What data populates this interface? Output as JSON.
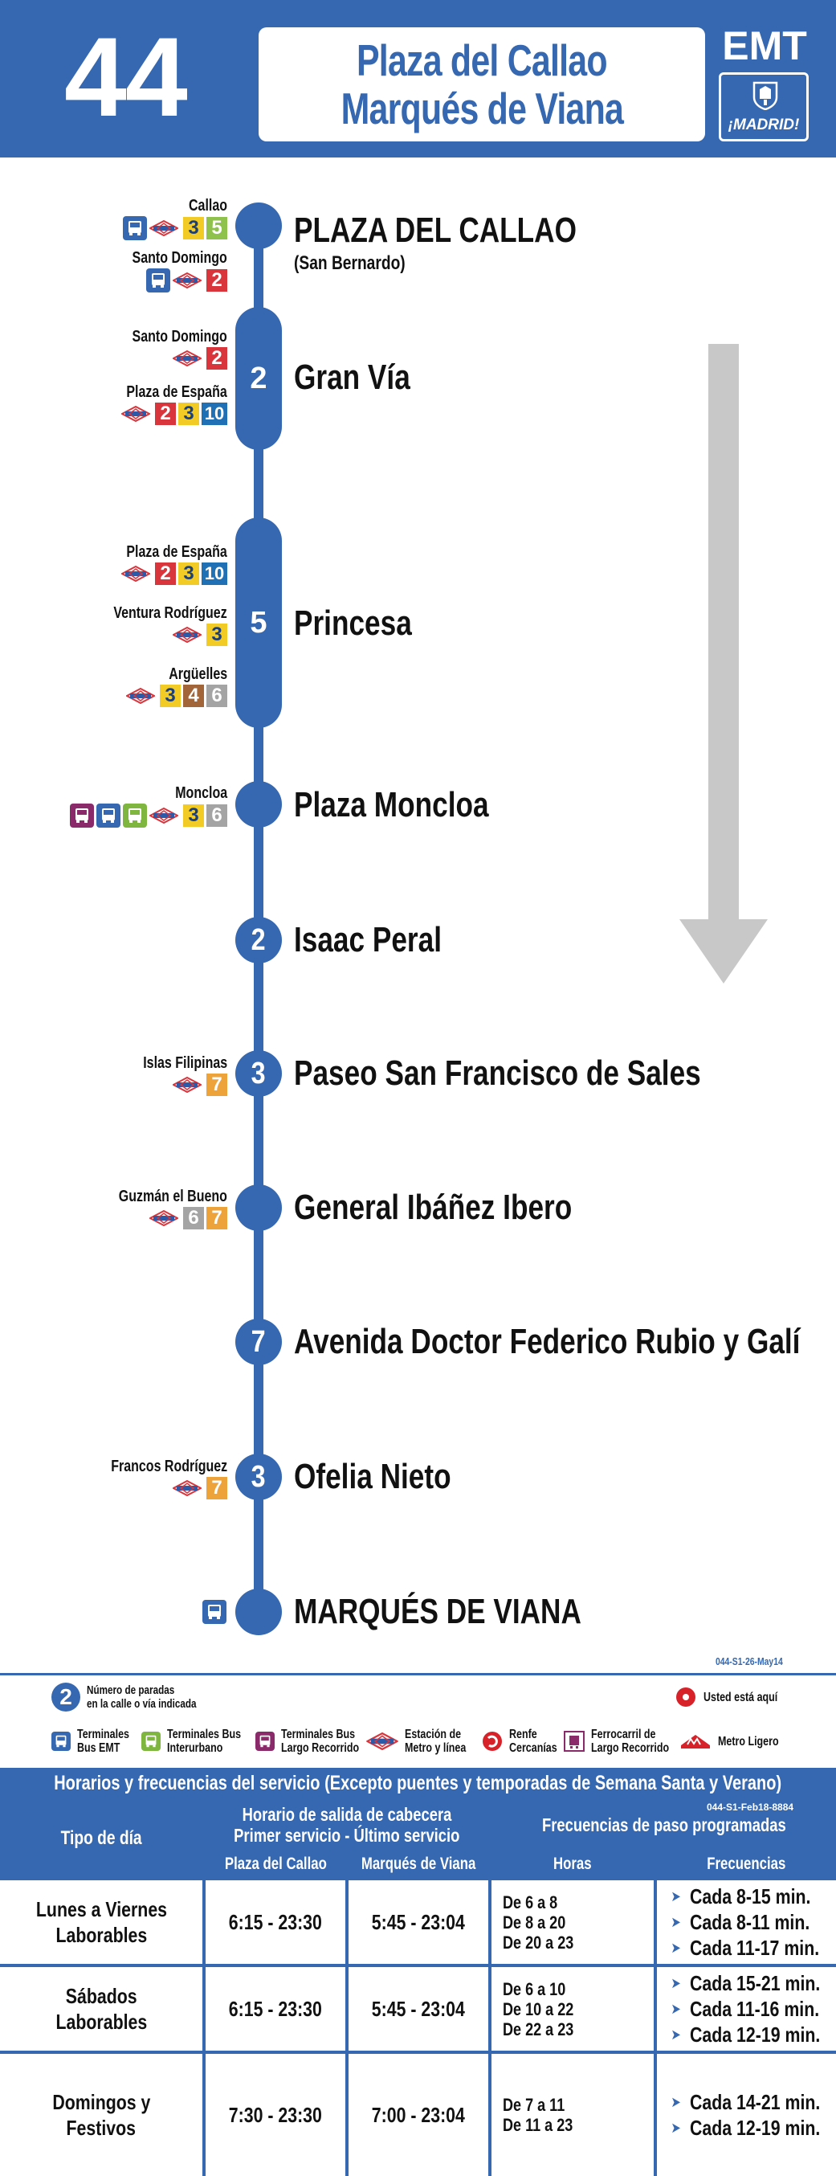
{
  "header": {
    "line_number": "44",
    "title_line1": "Plaza del Callao",
    "title_line2": "Marqués de Viana",
    "operator": "EMT",
    "city_logo_text": "¡MADRID!"
  },
  "route": {
    "stops": [
      {
        "name": "PLAZA DEL CALLAO",
        "subtitle": "(San Bernardo)",
        "stop_count": null
      },
      {
        "name": "Gran Vía",
        "stop_count": "2"
      },
      {
        "name": "Princesa",
        "stop_count": "5"
      },
      {
        "name": "Plaza Moncloa",
        "stop_count": null
      },
      {
        "name": "Isaac Peral",
        "stop_count": "2"
      },
      {
        "name": "Paseo San Francisco de Sales",
        "stop_count": "3"
      },
      {
        "name": "General Ibáñez Ibero",
        "stop_count": null
      },
      {
        "name": "Avenida Doctor Federico Rubio y Galí",
        "stop_count": "7"
      },
      {
        "name": "Ofelia Nieto",
        "stop_count": "3"
      },
      {
        "name": "MARQUÉS DE VIANA",
        "stop_count": null
      }
    ],
    "connections": [
      {
        "station": "Callao",
        "lines": [
          "3",
          "5"
        ],
        "icons": [
          "bus-emt",
          "metro"
        ]
      },
      {
        "station": "Santo Domingo",
        "lines": [
          "2"
        ],
        "icons": [
          "bus-emt",
          "metro"
        ]
      },
      {
        "station": "Santo Domingo",
        "lines": [
          "2"
        ],
        "icons": [
          "metro"
        ]
      },
      {
        "station": "Plaza de España",
        "lines": [
          "2",
          "3",
          "10"
        ],
        "icons": [
          "metro"
        ]
      },
      {
        "station": "Plaza de España",
        "lines": [
          "2",
          "3",
          "10"
        ],
        "icons": [
          "metro"
        ]
      },
      {
        "station": "Ventura Rodríguez",
        "lines": [
          "3"
        ],
        "icons": [
          "metro"
        ]
      },
      {
        "station": "Argüelles",
        "lines": [
          "3",
          "4",
          "6"
        ],
        "icons": [
          "metro"
        ]
      },
      {
        "station": "Moncloa",
        "lines": [
          "3",
          "6"
        ],
        "icons": [
          "bus-long",
          "bus-emt",
          "bus-interurban",
          "metro"
        ]
      },
      {
        "station": "Islas Filipinas",
        "lines": [
          "7"
        ],
        "icons": [
          "metro"
        ]
      },
      {
        "station": "Guzmán el Bueno",
        "lines": [
          "6",
          "7"
        ],
        "icons": [
          "metro"
        ]
      },
      {
        "station": "Francos Rodríguez",
        "lines": [
          "7"
        ],
        "icons": [
          "metro"
        ]
      }
    ],
    "colors": {
      "route_blue": "#3568b0",
      "arrow_gray": "#c8c8c8"
    }
  },
  "codes": {
    "map_code": "044-S1-26-May14",
    "table_code": "044-S1-Feb18-8884"
  },
  "legend": {
    "stops_number_sample": "2",
    "stops_number_line1": "Número de paradas",
    "stops_number_line2": "en la calle o vía indicada",
    "you_are_here": "Usted está aquí",
    "items": [
      {
        "icon": "bus-emt-icon",
        "line1": "Terminales",
        "line2": "Bus EMT"
      },
      {
        "icon": "bus-interurban-icon",
        "line1": "Terminales Bus",
        "line2": "Interurbano"
      },
      {
        "icon": "bus-long-icon",
        "line1": "Terminales Bus",
        "line2": "Largo Recorrido"
      },
      {
        "icon": "metro-icon",
        "line1": "Estación de",
        "line2": "Metro y línea"
      },
      {
        "icon": "renfe-icon",
        "line1": "Renfe",
        "line2": "Cercanías"
      },
      {
        "icon": "long-train-icon",
        "line1": "Ferrocarril de",
        "line2": "Largo Recorrido"
      },
      {
        "icon": "metro-ligero-icon",
        "line1": "Metro Ligero",
        "line2": ""
      }
    ]
  },
  "schedule": {
    "title": "Horarios y frecuencias del servicio (Excepto puentes y temporadas de Semana Santa y Verano)",
    "col_day_type": "Tipo de día",
    "col_departure_line1": "Horario de salida de cabecera",
    "col_departure_line2": "Primer servicio - Último servicio",
    "col_frequencies": "Frecuencias de paso programadas",
    "sub_origin": "Plaza del Callao",
    "sub_dest": "Marqués de Viana",
    "sub_hours": "Horas",
    "sub_freq": "Frecuencias",
    "rows": [
      {
        "day_line1": "Lunes a Viernes",
        "day_line2": "Laborables",
        "origin": "6:15 - 23:30",
        "dest": "5:45 - 23:04",
        "hours": [
          "De 6 a 8",
          "De 8 a 20",
          "De 20 a 23"
        ],
        "freqs": [
          "Cada 8-15 min.",
          "Cada 8-11 min.",
          "Cada 11-17 min."
        ]
      },
      {
        "day_line1": "Sábados",
        "day_line2": "Laborables",
        "origin": "6:15 - 23:30",
        "dest": "5:45 - 23:04",
        "hours": [
          "De 6 a 10",
          "De 10 a 22",
          "De 22 a 23"
        ],
        "freqs": [
          "Cada 15-21 min.",
          "Cada 11-16 min.",
          "Cada 12-19 min."
        ]
      },
      {
        "day_line1": "Domingos y",
        "day_line2": "Festivos",
        "origin": "7:30 - 23:30",
        "dest": "7:00 - 23:04",
        "hours": [
          "De 7 a 11",
          "De 11 a 23"
        ],
        "freqs": [
          "Cada 14-21 min.",
          "Cada 12-19 min."
        ]
      }
    ]
  }
}
